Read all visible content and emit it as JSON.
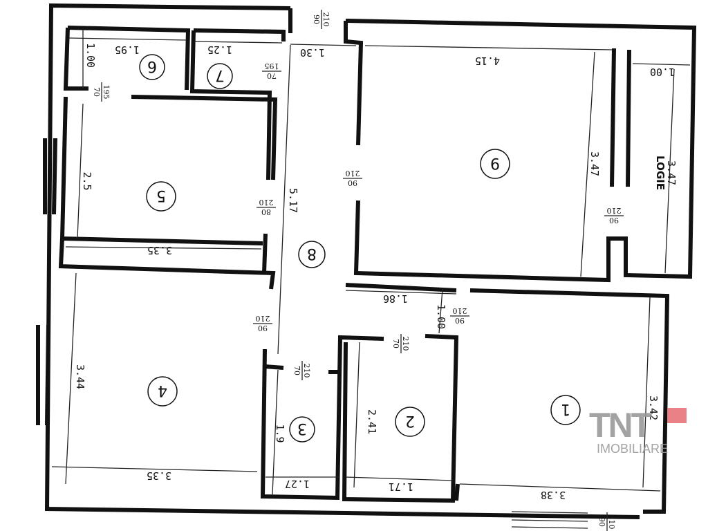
{
  "plan": {
    "rooms": [
      "1",
      "2",
      "3",
      "4",
      "5",
      "6",
      "7",
      "8",
      "9"
    ],
    "logie_label": "LOGIE",
    "dimensions": [
      "1.95",
      "1.00",
      "1.25",
      "1.30",
      "4.15",
      "1.00",
      "3.47",
      "3.47",
      "2.5",
      "3.35",
      "5.17",
      "1.86",
      "1.00",
      "3.44",
      "3.35",
      "1.9",
      "1.27",
      "2.41",
      "1.71",
      "3.42",
      "3.38"
    ],
    "doors": [
      {
        "w": "90",
        "h": "210"
      },
      {
        "w": "70",
        "h": "195"
      },
      {
        "w": "70",
        "h": "195"
      },
      {
        "w": "80",
        "h": "210"
      },
      {
        "w": "90",
        "h": "210"
      },
      {
        "w": "90",
        "h": "210"
      },
      {
        "w": "90",
        "h": "210"
      },
      {
        "w": "90",
        "h": "210"
      },
      {
        "w": "70",
        "h": "210"
      },
      {
        "w": "70",
        "h": "210"
      },
      {
        "w": "90",
        "h": "210"
      }
    ]
  },
  "watermark": {
    "brand": "TNT",
    "sub": "IMOBILIARE",
    "accent": "#e8747a"
  }
}
